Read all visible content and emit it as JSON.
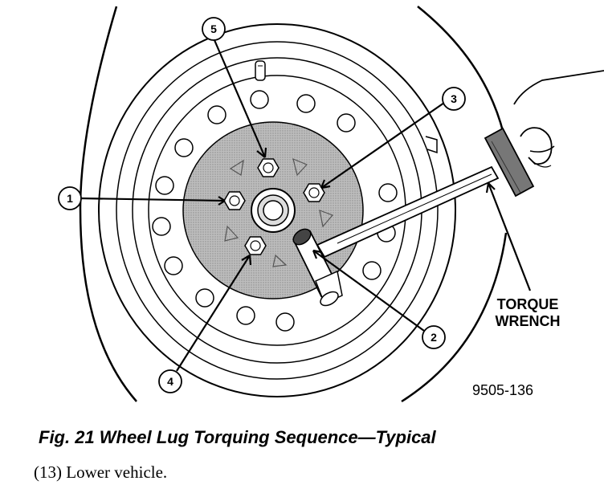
{
  "figure": {
    "callouts": [
      "1",
      "2",
      "3",
      "4",
      "5"
    ],
    "tool_label_line1": "TORQUE",
    "tool_label_line2": "WRENCH",
    "figure_id": "9505-136"
  },
  "caption": "Fig. 21 Wheel Lug Torquing Sequence—Typical",
  "step_text": "(13)  Lower vehicle."
}
